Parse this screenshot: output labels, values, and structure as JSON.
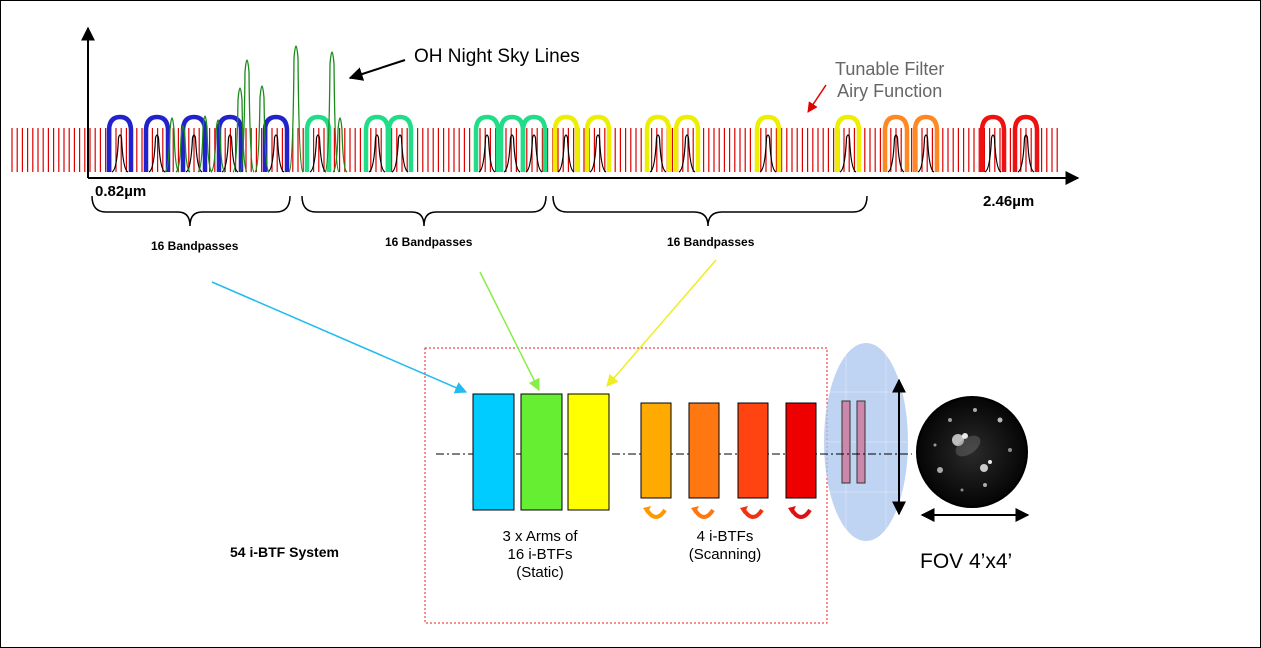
{
  "labels": {
    "oh_lines": "OH Night Sky Lines",
    "tunable_filter_line1": "Tunable Filter",
    "tunable_filter_line2": "Airy Function",
    "wavelength_start": "0.82µm",
    "wavelength_end": "2.46µm",
    "group1": "16 Bandpasses",
    "group2": "16 Bandpasses",
    "group3": "16 Bandpasses",
    "system": "54 i-BTF System",
    "static_line1": "3 x Arms of",
    "static_line2": "16 i-BTFs",
    "static_line3": "(Static)",
    "scanning_line1": "4 i-BTFs",
    "scanning_line2": "(Scanning)",
    "fov": "FOV 4’x4’"
  },
  "colors": {
    "airy_comb": "#e00000",
    "oh_lines": "#1a8a1a",
    "group_blue": "#2222cc",
    "group_green": "#22dd88",
    "group_yellow": "#eeee00",
    "group_orange": "#ff8822",
    "group_red": "#ee1111",
    "arrow_cyan": "#22bbee",
    "arrow_green": "#88ee44",
    "arrow_yellow": "#eeee22",
    "box_cyan": "#00ccff",
    "box_green": "#66ee33",
    "box_yellow": "#ffff00",
    "box_orange1": "#ffaa00",
    "box_orange2": "#ff7711",
    "box_red1": "#ff4411",
    "box_red2": "#ee0000",
    "system_outline": "#ee2222",
    "lens": "#aac4ee",
    "fov_field": "#111111"
  },
  "icons": {
    "scan_rotation": "curved-arrow-icon",
    "sky_field": "galaxy-field-image"
  }
}
